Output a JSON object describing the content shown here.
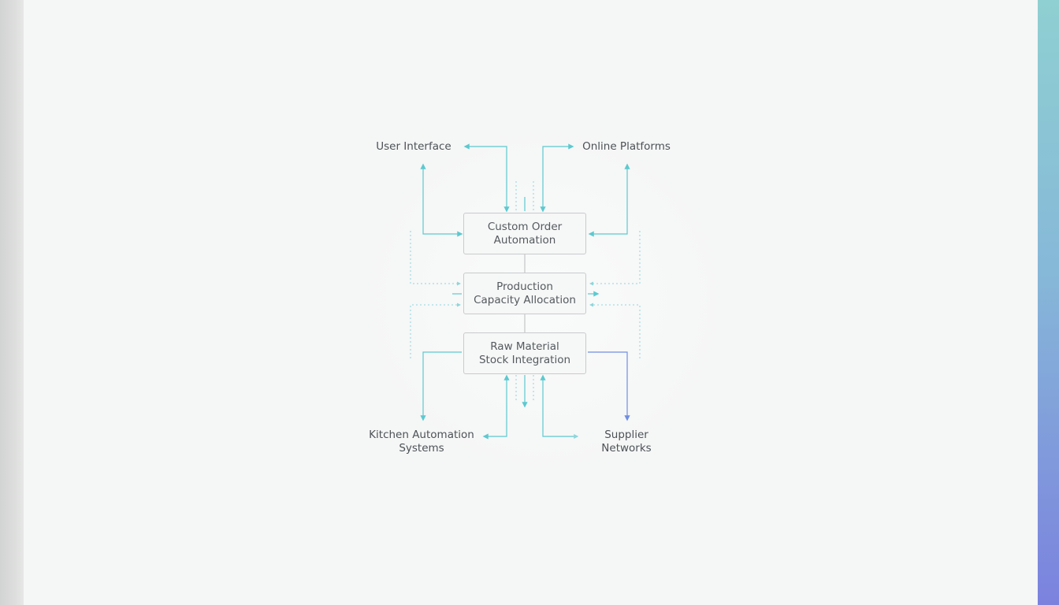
{
  "nodes": {
    "order": "Custom Order\nAutomation",
    "capacity": "Production\nCapacity Allocation",
    "stock": "Raw Material\nStock Integration"
  },
  "external": {
    "user_interface": "User Interface",
    "online_platforms": "Online Platforms",
    "kitchen_systems": "Kitchen Automation\nSystems",
    "supplier_networks": "Supplier\nNetworks"
  },
  "colors": {
    "teal": "#5cc9cf",
    "blue": "#6f8fe0",
    "node_border": "#c9cbcc",
    "connector": "#c4c6c7"
  }
}
